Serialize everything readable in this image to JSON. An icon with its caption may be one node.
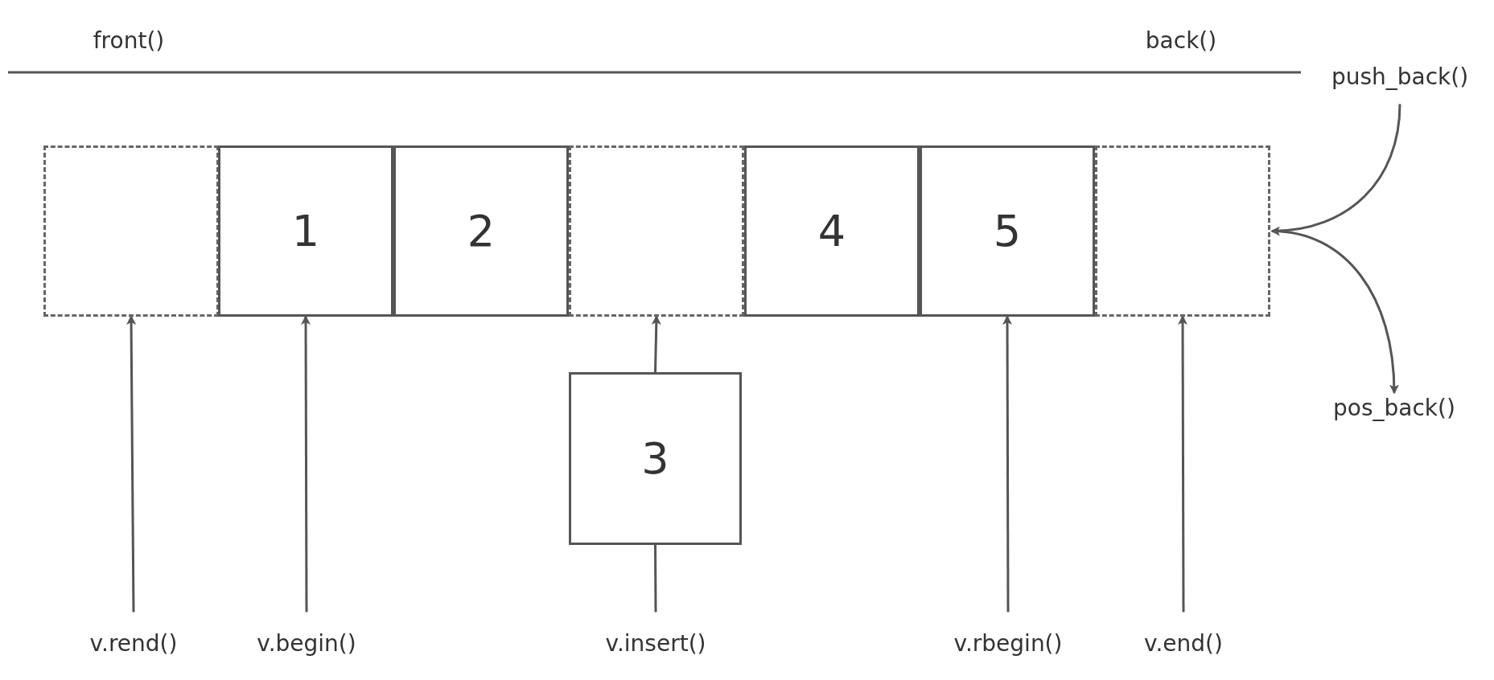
{
  "diagram": {
    "nodes": [
      {
        "text": [],
        "shape": "box"
      },
      {
        "text": [
          "1"
        ]
      },
      {
        "text": [
          "2"
        ]
      },
      {
        "text": [],
        "shape": "box"
      },
      {
        "text": [
          "4"
        ]
      },
      {
        "text": [
          "5"
        ]
      },
      {
        "text": [],
        "shape": "box"
      },
      {
        "text": [
          "3"
        ]
      },
      {
        "text": [
          "v.rend()"
        ]
      },
      {
        "text": [
          "v.begin()"
        ]
      },
      {
        "text": [
          "v.insert()"
        ]
      },
      {
        "text": [
          "v.rbegin()"
        ]
      },
      {
        "text": [
          "v.end()"
        ]
      },
      {
        "text": [
          "push_back()"
        ]
      },
      {
        "text": [
          "pos_back()"
        ]
      }
    ],
    "edges": [
      {
        "from": 8,
        "to": 0,
        "arrow": "to"
      },
      {
        "from": 9,
        "to": 1,
        "arrow": "to"
      },
      {
        "from": 10,
        "to": 7,
        "arrow": "none"
      },
      {
        "from": 7,
        "to": 3,
        "arrow": "to"
      },
      {
        "from": 11,
        "to": 5,
        "arrow": "to"
      },
      {
        "from": 12,
        "to": 6,
        "arrow": "to"
      },
      {
        "from": 13,
        "to": 6,
        "arrow": "to"
      },
      {
        "from": 6,
        "to": 14,
        "arrow": "to"
      }
    ],
    "labels": [
      "front()",
      "back()"
    ]
  }
}
